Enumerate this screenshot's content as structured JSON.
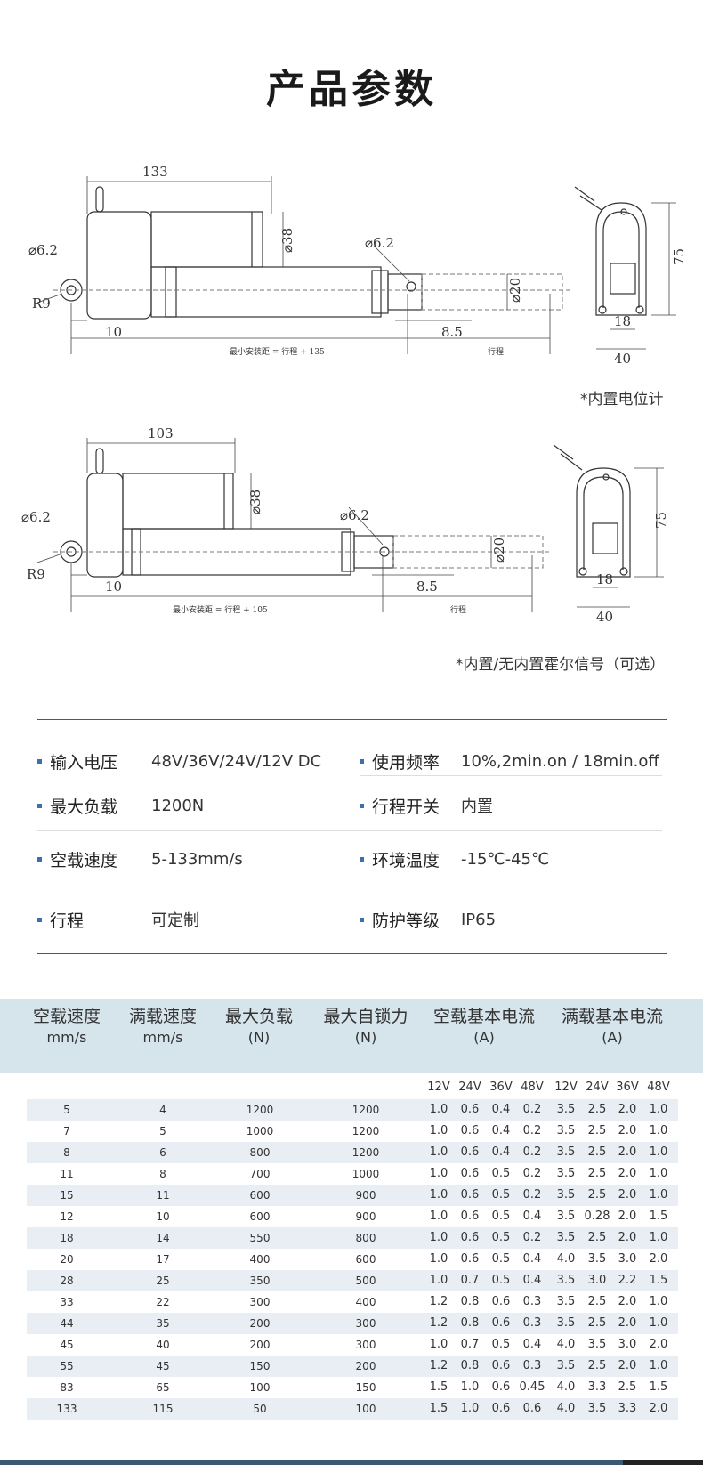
{
  "title": "产品参数",
  "drawing1": {
    "dims": [
      "133",
      "⌀38",
      "⌀6.2",
      "⌀6.2",
      "⌀20",
      "R9",
      "10",
      "8.5",
      "最小安装距 = 行程 + 135",
      "行程",
      "75",
      "18",
      "40"
    ],
    "caption": "*内置电位计"
  },
  "drawing2": {
    "dims": [
      "103",
      "⌀38",
      "⌀6.2",
      "⌀6.2",
      "⌀20",
      "R9",
      "10",
      "8.5",
      "最小安装距 = 行程 + 105",
      "行程",
      "75",
      "18",
      "40"
    ],
    "caption": "*内置/无内置霍尔信号（可选）"
  },
  "specs": [
    {
      "label": "输入电压",
      "value": "48V/36V/24V/12V DC"
    },
    {
      "label": "使用频率",
      "value": "10%,2min.on / 18min.off"
    },
    {
      "label": "最大负载",
      "value": "1200N"
    },
    {
      "label": "行程开关",
      "value": "内置"
    },
    {
      "label": "空载速度",
      "value": "5-133mm/s"
    },
    {
      "label": "环境温度",
      "value": "-15℃-45℃"
    },
    {
      "label": "行程",
      "value": "可定制"
    },
    {
      "label": "防护等级",
      "value": "IP65"
    }
  ],
  "table": {
    "headers": [
      {
        "line1": "空载速度",
        "line2": "mm/s"
      },
      {
        "line1": "满载速度",
        "line2": "mm/s"
      },
      {
        "line1": "最大负载",
        "line2": "(N)"
      },
      {
        "line1": "最大自锁力",
        "line2": "(N)"
      },
      {
        "line1": "空载基本电流",
        "line2": "(A)"
      },
      {
        "line1": "满载基本电流",
        "line2": "(A)"
      }
    ],
    "voltages": [
      "12V",
      "24V",
      "36V",
      "48V",
      "12V",
      "24V",
      "36V",
      "48V"
    ],
    "rows": [
      [
        "5",
        "4",
        "1200",
        "1200",
        "1.0",
        "0.6",
        "0.4",
        "0.2",
        "3.5",
        "2.5",
        "2.0",
        "1.0"
      ],
      [
        "7",
        "5",
        "1000",
        "1200",
        "1.0",
        "0.6",
        "0.4",
        "0.2",
        "3.5",
        "2.5",
        "2.0",
        "1.0"
      ],
      [
        "8",
        "6",
        "800",
        "1200",
        "1.0",
        "0.6",
        "0.4",
        "0.2",
        "3.5",
        "2.5",
        "2.0",
        "1.0"
      ],
      [
        "11",
        "8",
        "700",
        "1000",
        "1.0",
        "0.6",
        "0.5",
        "0.2",
        "3.5",
        "2.5",
        "2.0",
        "1.0"
      ],
      [
        "15",
        "11",
        "600",
        "900",
        "1.0",
        "0.6",
        "0.5",
        "0.2",
        "3.5",
        "2.5",
        "2.0",
        "1.0"
      ],
      [
        "12",
        "10",
        "600",
        "900",
        "1.0",
        "0.6",
        "0.5",
        "0.4",
        "3.5",
        "0.28",
        "2.0",
        "1.5"
      ],
      [
        "18",
        "14",
        "550",
        "800",
        "1.0",
        "0.6",
        "0.5",
        "0.2",
        "3.5",
        "2.5",
        "2.0",
        "1.0"
      ],
      [
        "20",
        "17",
        "400",
        "600",
        "1.0",
        "0.6",
        "0.5",
        "0.4",
        "4.0",
        "3.5",
        "3.0",
        "2.0"
      ],
      [
        "28",
        "25",
        "350",
        "500",
        "1.0",
        "0.7",
        "0.5",
        "0.4",
        "3.5",
        "3.0",
        "2.2",
        "1.5"
      ],
      [
        "33",
        "22",
        "300",
        "400",
        "1.2",
        "0.8",
        "0.6",
        "0.3",
        "3.5",
        "2.5",
        "2.0",
        "1.0"
      ],
      [
        "44",
        "35",
        "200",
        "300",
        "1.2",
        "0.8",
        "0.6",
        "0.3",
        "3.5",
        "2.5",
        "2.0",
        "1.0"
      ],
      [
        "45",
        "40",
        "200",
        "300",
        "1.0",
        "0.7",
        "0.5",
        "0.4",
        "4.0",
        "3.5",
        "3.0",
        "2.0"
      ],
      [
        "55",
        "45",
        "150",
        "200",
        "1.2",
        "0.8",
        "0.6",
        "0.3",
        "3.5",
        "2.5",
        "2.0",
        "1.0"
      ],
      [
        "83",
        "65",
        "100",
        "150",
        "1.5",
        "1.0",
        "0.6",
        "0.45",
        "4.0",
        "3.3",
        "2.5",
        "1.5"
      ],
      [
        "133",
        "115",
        "50",
        "100",
        "1.5",
        "1.0",
        "0.6",
        "0.6",
        "4.0",
        "3.5",
        "3.3",
        "2.0"
      ]
    ]
  },
  "colors": {
    "header_bg": "#d6e4ec",
    "row_shade": "#e8eef3",
    "bullet": "#3a6fb0"
  }
}
